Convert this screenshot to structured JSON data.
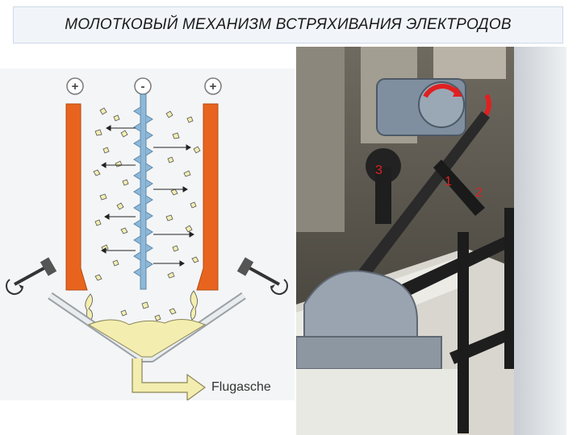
{
  "title": "МОЛОТКОВЫЙ МЕХАНИЗМ ВСТРЯХИВАНИЯ ЭЛЕКТРОДОВ",
  "diagram": {
    "polarity_left": "+",
    "polarity_center": "-",
    "polarity_right": "+",
    "outlet_label": "Flugasche",
    "electrode_color": "#e8641e",
    "discharge_color": "#8fb8d8",
    "dust_color": "#f3eeb0",
    "icons": [
      "hammer-icon",
      "rotation-arrow-icon",
      "dust-particle-icon",
      "outlet-arrow-icon"
    ]
  },
  "photo": {
    "marker_3": "3",
    "marker_1": "1",
    "marker_2": "2",
    "marker_color": "#e02020",
    "rotation_arrow_color": "#e02020"
  }
}
